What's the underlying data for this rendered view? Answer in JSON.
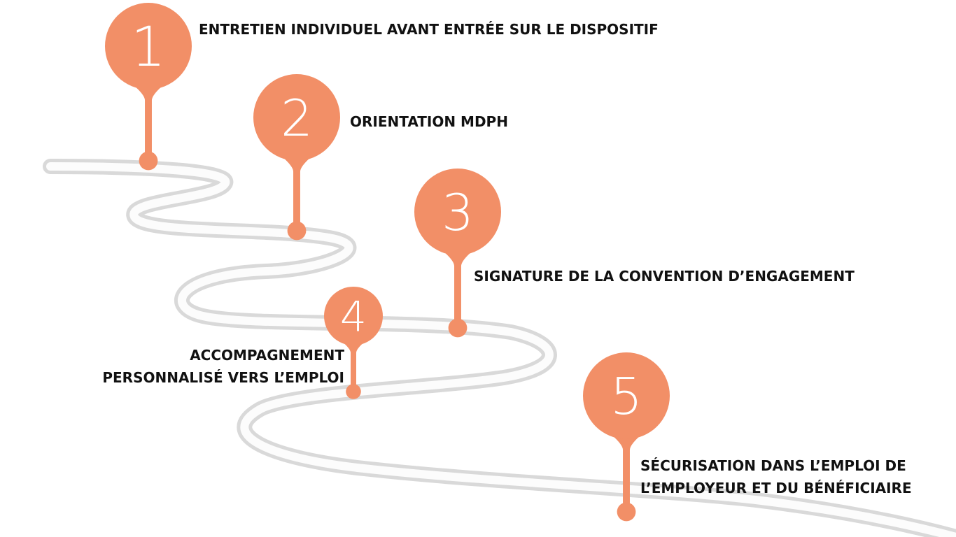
{
  "colors": {
    "pin": "#F28F67",
    "road": "#D9D9D9",
    "text": "#111111",
    "pin_number": "#FFFFFF"
  },
  "steps": [
    {
      "number": "1",
      "lines": [
        "ENTRETIEN INDIVIDUEL AVANT ENTRÉE SUR LE DISPOSITIF"
      ]
    },
    {
      "number": "2",
      "lines": [
        "ORIENTATION MDPH"
      ]
    },
    {
      "number": "3",
      "lines": [
        "SIGNATURE DE LA CONVENTION D’ENGAGEMENT"
      ]
    },
    {
      "number": "4",
      "lines": [
        "ACCOMPAGNEMENT",
        "PERSONNALISÉ VERS L’EMPLOI"
      ]
    },
    {
      "number": "5",
      "lines": [
        "SÉCURISATION DANS L’EMPLOI DE",
        "L’EMPLOYEUR ET DU BÉNÉFICIAIRE"
      ]
    }
  ]
}
